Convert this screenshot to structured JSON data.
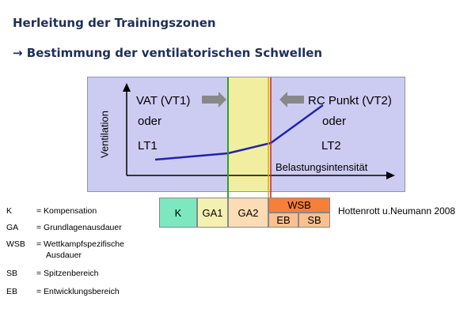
{
  "header": {
    "title": "Herleitung der Trainingszonen",
    "subtitle": "→ Bestimmung der ventilatorischen Schwellen"
  },
  "diagram": {
    "ylabel": "Ventilation",
    "xlabel": "Belastungsintensität",
    "left_threshold": {
      "line1": "VAT (VT1)",
      "line2": "oder",
      "line3": "LT1"
    },
    "right_threshold": {
      "line1": "RC Punkt (VT2)",
      "line2": "oder",
      "line3": "LT2"
    },
    "colors": {
      "panel": "#ccccf2",
      "curve": "#2222aa",
      "vt1_line": "#2e9e2e",
      "vt2_line": "#cc2222",
      "highlight": "#f2eea0"
    }
  },
  "zones": {
    "k": "K",
    "ga1": "GA1",
    "ga2": "GA2",
    "wsb": "WSB",
    "eb": "EB",
    "sb": "SB",
    "colors": {
      "k": "#7de8c0",
      "ga1": "#f4f0b0",
      "ga2": "#fcdcb4",
      "wsb": "#f77f3a",
      "eb": "#fcc090",
      "sb": "#fcc090"
    }
  },
  "citation": "Hottenrott u.Neumann 2008",
  "legend": [
    {
      "abbr": "K",
      "definition": "= Kompensation"
    },
    {
      "abbr": "GA",
      "definition": "= Grundlagenausdauer"
    },
    {
      "abbr": "WSB",
      "definition": "= Wettkampfspezifische",
      "definition2": "Ausdauer"
    },
    {
      "abbr": "SB",
      "definition": "= Spitzenbereich"
    },
    {
      "abbr": "EB",
      "definition": "= Entwicklungsbereich"
    }
  ]
}
